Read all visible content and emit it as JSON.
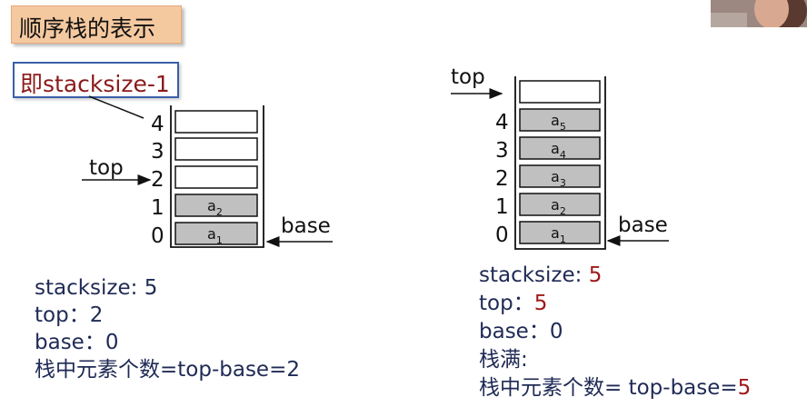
{
  "title": "顺序栈的表示",
  "annotation": "即stacksize-1",
  "left_stack": {
    "indices": [
      "4",
      "3",
      "2",
      "1",
      "0"
    ],
    "elements": [
      {
        "base": "",
        "sub": "",
        "filled": false
      },
      {
        "base": "",
        "sub": "",
        "filled": false
      },
      {
        "base": "",
        "sub": "",
        "filled": false
      },
      {
        "base": "a",
        "sub": "2",
        "filled": true
      },
      {
        "base": "a",
        "sub": "1",
        "filled": true
      }
    ],
    "top_label": "top",
    "base_label": "base",
    "info": {
      "stacksize": "stacksize: 5",
      "top": "top：2",
      "base": "base：0",
      "count": "栈中元素个数=top-base=2"
    }
  },
  "right_stack": {
    "indices": [
      "4",
      "3",
      "2",
      "1",
      "0"
    ],
    "elements": [
      {
        "base": "a",
        "sub": "5",
        "filled": true
      },
      {
        "base": "a",
        "sub": "4",
        "filled": true
      },
      {
        "base": "a",
        "sub": "3",
        "filled": true
      },
      {
        "base": "a",
        "sub": "2",
        "filled": true
      },
      {
        "base": "a",
        "sub": "1",
        "filled": true
      }
    ],
    "top_label": "top",
    "base_label": "base",
    "info": {
      "stacksize_prefix": "stacksize: ",
      "stacksize_value": "5",
      "top_prefix": "top：",
      "top_value": "5",
      "base": "base：0",
      "full": "栈满:",
      "count_prefix": "栈中元素个数= top-base=",
      "count_value": "5"
    }
  },
  "colors": {
    "filled": "#c0c0c0",
    "accent_red": "#a01818",
    "text_blue": "#1f2a55",
    "title_bg": "#f5c9a0",
    "label_border": "#3a5fa8"
  }
}
